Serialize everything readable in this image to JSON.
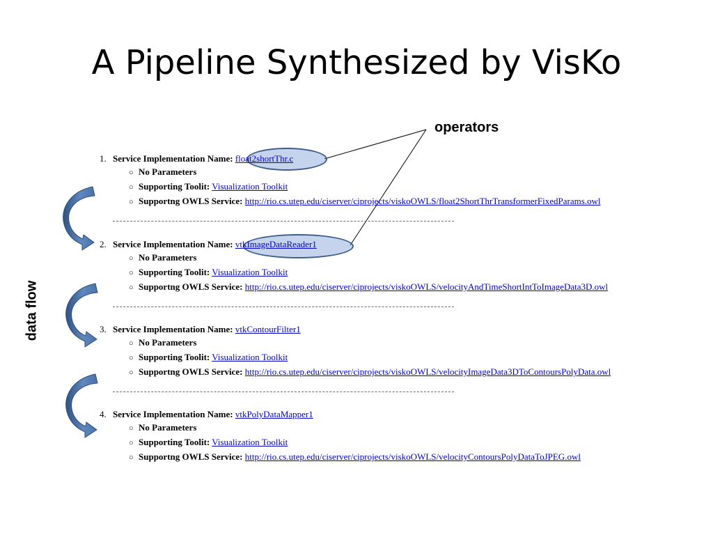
{
  "slide": {
    "title": "A Pipeline Synthesized by VisKo"
  },
  "annotations": {
    "operators": "operators",
    "data_flow": "data flow"
  },
  "colors": {
    "arrow": "#4a72a8",
    "highlight": "#7b96d0",
    "link": "#0000cc"
  },
  "labels": {
    "impl": "Service Implementation Name:",
    "params": "No Parameters",
    "toolkit": "Supporting Toolit:",
    "owls": "Supportng OWLS Service:"
  },
  "separator": "-----------------------------------------------------------------------------------------------------",
  "services": [
    {
      "num": "1.",
      "impl_name": "float2shortThr.c",
      "toolkit": "Visualization Toolkit",
      "owls_url": "http://rio.cs.utep.edu/ciserver/ciprojects/viskoOWLS/float2ShortThrTransformerFixedParams.owl"
    },
    {
      "num": "2.",
      "impl_name": "vtkImageDataReader1",
      "toolkit": "Visualization Toolkit",
      "owls_url": "http://rio.cs.utep.edu/ciserver/ciprojects/viskoOWLS/velocityAndTimeShortIntToImageData3D.owl"
    },
    {
      "num": "3.",
      "impl_name": "vtkContourFilter1",
      "toolkit": "Visualization Toolkit",
      "owls_url": "http://rio.cs.utep.edu/ciserver/ciprojects/viskoOWLS/velocityImageData3DToContoursPolyData.owl"
    },
    {
      "num": "4.",
      "impl_name": "vtkPolyDataMapper1",
      "toolkit": "Visualization Toolkit",
      "owls_url": "http://rio.cs.utep.edu/ciserver/ciprojects/viskoOWLS/velocityContoursPolyDataToJPEG.owl"
    }
  ]
}
